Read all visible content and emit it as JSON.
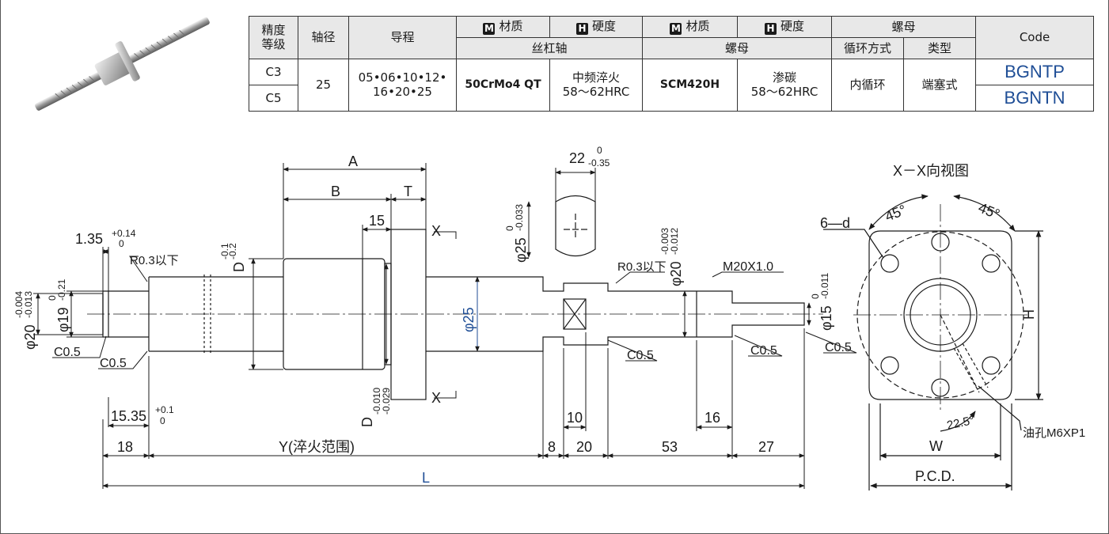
{
  "table": {
    "headers": {
      "accuracy_grade": "精度\n等级",
      "shaft_diameter": "轴径",
      "lead": "导程",
      "shaft_material": "材质",
      "shaft_hardness": "硬度",
      "nut_material": "材质",
      "nut_hardness": "硬度",
      "nut_group": "螺母",
      "circulation": "循环方式",
      "type": "类型",
      "code": "Code",
      "screw_shaft_group": "丝杠轴",
      "nut_group2": "螺母",
      "mark_m": "M",
      "mark_h": "H"
    },
    "row": {
      "grade_c3": "C3",
      "grade_c5": "C5",
      "shaft_diameter": "25",
      "lead_line1": "05•06•10•12•",
      "lead_line2": "16•20•25",
      "shaft_material": "50CrMo4 QT",
      "shaft_hardness_line1": "中频淬火",
      "shaft_hardness_line2": "58～62HRC",
      "nut_material": "SCM420H",
      "nut_hardness_line1": "渗碳",
      "nut_hardness_line2": "58～62HRC",
      "circulation": "内循环",
      "type": "端塞式",
      "code_c3": "BGNTP",
      "code_c5": "BGNTN"
    }
  },
  "drawing": {
    "dims": {
      "A": "A",
      "B": "B",
      "T": "T",
      "X_top": "X",
      "X_bottom": "X",
      "D_top": "D",
      "D_top_tol_upper": "-0.1",
      "D_top_tol_lower": "-0.2",
      "D_bottom": "D",
      "D_bottom_tol_upper": "-0.010",
      "D_bottom_tol_lower": "-0.029",
      "d15": "15",
      "dim_1_35": "1.35",
      "dim_1_35_tol_upper": "+0.14",
      "dim_1_35_tol_lower": "0",
      "r03_left": "R0.3以下",
      "r03_right": "R0.3以下",
      "phi20_left": "φ20",
      "phi20_left_tol_upper": "-0.004",
      "phi20_left_tol_lower": "-0.013",
      "phi19": "φ19",
      "phi19_tol_upper": "0",
      "phi19_tol_lower": "-0.21",
      "c05_a": "C0.5",
      "c05_b": "C0.5",
      "c05_c": "C0.5",
      "c05_d": "C0.5",
      "c05_e": "C0.5",
      "phi25": "φ25",
      "phi25_flat": "φ25",
      "phi25_flat_tol_upper": "0",
      "phi25_flat_tol_lower": "-0.033",
      "dim_22": "22",
      "dim_22_tol_upper": "0",
      "dim_22_tol_lower": "-0.35",
      "phi20_right": "φ20",
      "phi20_right_tol_upper": "-0.003",
      "phi20_right_tol_lower": "-0.012",
      "m20": "M20X1.0",
      "phi15": "φ15",
      "phi15_tol_upper": "0",
      "phi15_tol_lower": "-0.011",
      "dim_15_35": "15.35",
      "dim_15_35_tol_upper": "+0.1",
      "dim_15_35_tol_lower": "0",
      "dim_18": "18",
      "dim_Y": "Y(淬火范围)",
      "dim_8": "8",
      "dim_20": "20",
      "dim_53": "53",
      "dim_27": "27",
      "dim_10": "10",
      "dim_16": "16",
      "dim_L": "L"
    },
    "view": {
      "title": "X－X向视图",
      "angle_left": "45°",
      "angle_right": "45°",
      "holes": "6—d",
      "H": "H",
      "W": "W",
      "pcd": "P.C.D.",
      "angle_22_5": "22.5°",
      "oil_hole": "油孔M6XP1"
    },
    "colors": {
      "accent_blue": "#1f4e96",
      "line": "#1a1a1a",
      "body_fill": "#ffffff"
    }
  }
}
